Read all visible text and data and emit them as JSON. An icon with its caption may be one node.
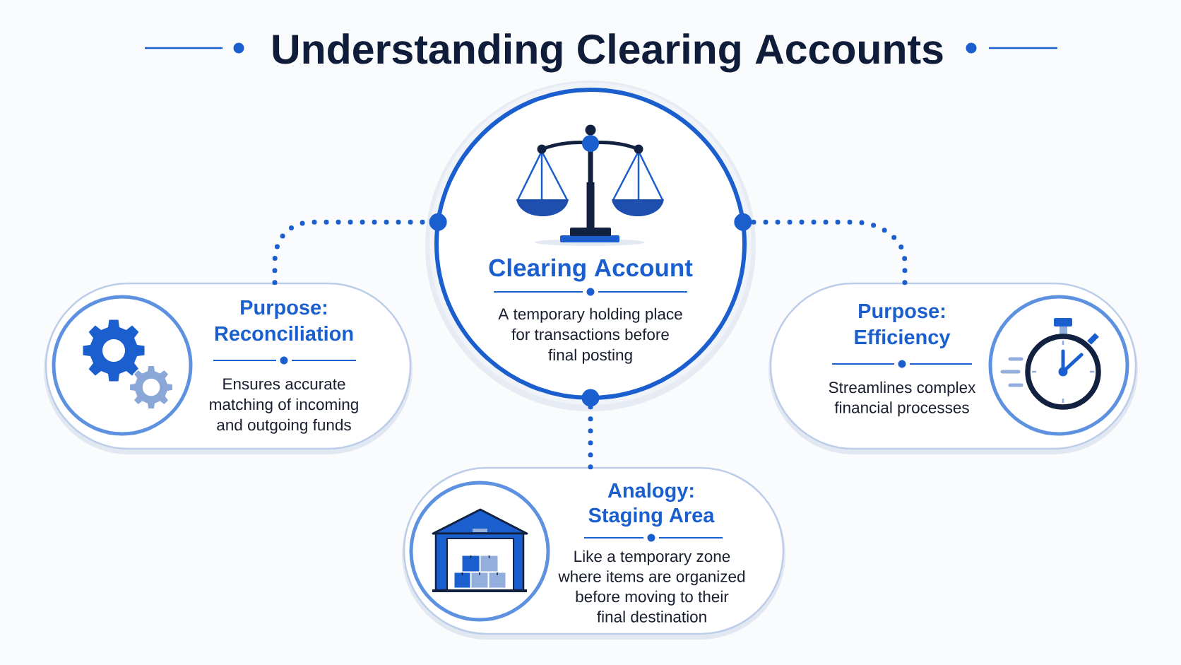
{
  "diagram": {
    "title": "Understanding Clearing Accounts",
    "nodes": [
      {
        "text": [
          "Clearing Account",
          "A temporary holding place for transactions before final posting"
        ]
      },
      {
        "text": [
          "Purpose: Reconciliation",
          "Ensures accurate matching of incoming and outgoing funds"
        ]
      },
      {
        "text": [
          "Purpose: Efficiency",
          "Streamlines complex financial processes"
        ]
      },
      {
        "text": [
          "Analogy: Staging Area",
          "Like a temporary zone where items are organized before moving to their final destination"
        ]
      }
    ],
    "edges": [
      {
        "from": 0,
        "to": 1,
        "arrow": "other"
      },
      {
        "from": 0,
        "to": 2,
        "arrow": "other"
      },
      {
        "from": 0,
        "to": 3,
        "arrow": "other"
      }
    ]
  }
}
